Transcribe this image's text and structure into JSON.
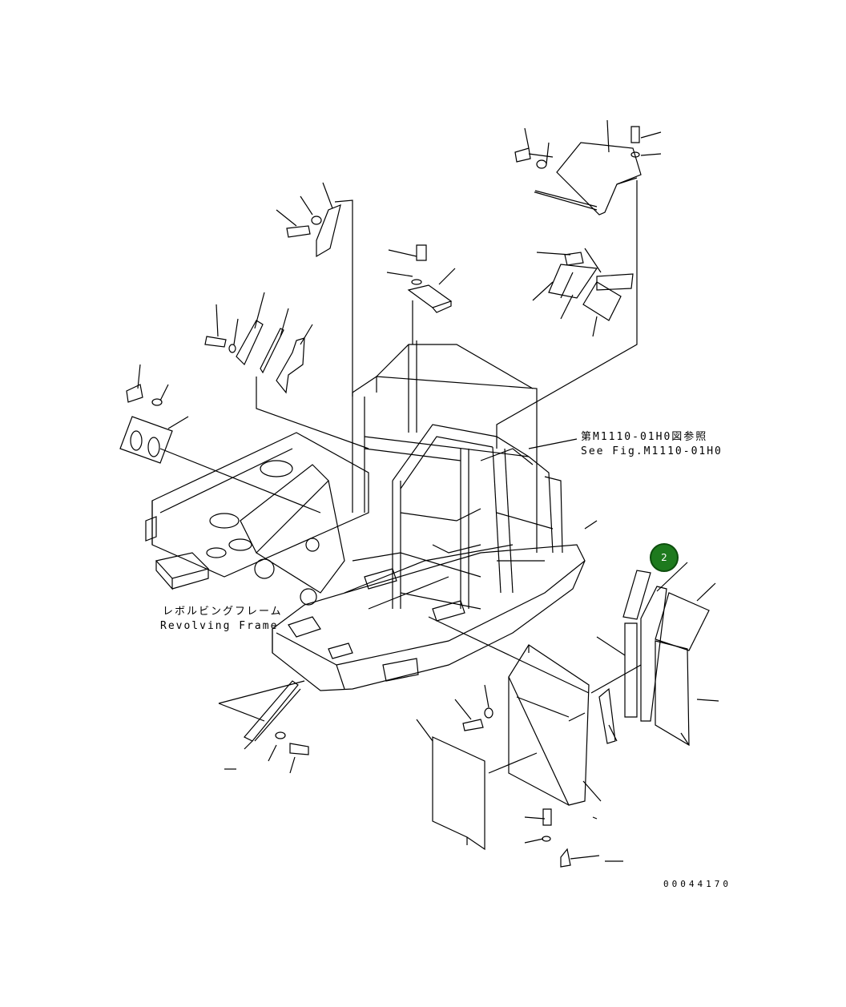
{
  "labels": {
    "ref_jp": "第M1110-01H0図参照",
    "ref_en": "See Fig.M1110-01H0",
    "frame_jp": "レボルビングフレーム",
    "frame_en": "Revolving Frame",
    "drawing_number": "00044170"
  },
  "callout": {
    "number": "2",
    "color": "#1e7a1e"
  }
}
